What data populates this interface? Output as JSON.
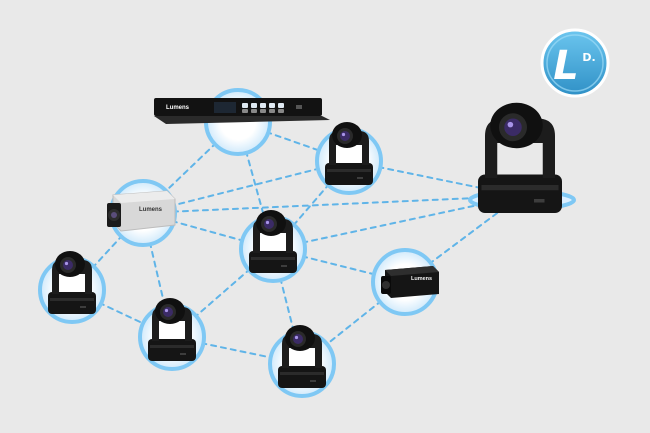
{
  "logo": {
    "letter": "L",
    "dot": "D.",
    "color": "#3a9fd0"
  },
  "devices": [
    {
      "id": "switcher",
      "type": "switcher",
      "brand_text": "Lumens"
    },
    {
      "id": "cam-box-white",
      "type": "box-camera-white",
      "brand_text": "Lumens"
    },
    {
      "id": "cam-ptz-top",
      "type": "ptz-camera"
    },
    {
      "id": "cam-ptz-center",
      "type": "ptz-camera"
    },
    {
      "id": "cam-ptz-left",
      "type": "ptz-camera"
    },
    {
      "id": "cam-ptz-bottom-left",
      "type": "ptz-camera"
    },
    {
      "id": "cam-ptz-bottom",
      "type": "ptz-camera"
    },
    {
      "id": "cam-box-black",
      "type": "box-camera-black",
      "brand_text": "Lumens"
    },
    {
      "id": "cam-ptz-large",
      "type": "ptz-camera-large"
    }
  ],
  "links": [
    [
      "switcher",
      "cam-ptz-top"
    ],
    [
      "switcher",
      "cam-box-white"
    ],
    [
      "switcher",
      "cam-ptz-center"
    ],
    [
      "cam-ptz-top",
      "cam-ptz-large"
    ],
    [
      "cam-ptz-top",
      "cam-ptz-center"
    ],
    [
      "cam-ptz-top",
      "cam-box-white"
    ],
    [
      "cam-box-white",
      "cam-ptz-large"
    ],
    [
      "cam-box-white",
      "cam-ptz-left"
    ],
    [
      "cam-box-white",
      "cam-ptz-center"
    ],
    [
      "cam-box-white",
      "cam-ptz-bottom-left"
    ],
    [
      "cam-ptz-center",
      "cam-ptz-large"
    ],
    [
      "cam-ptz-center",
      "cam-ptz-bottom-left"
    ],
    [
      "cam-ptz-center",
      "cam-ptz-bottom"
    ],
    [
      "cam-ptz-center",
      "cam-box-black"
    ],
    [
      "cam-box-black",
      "cam-ptz-large"
    ],
    [
      "cam-box-black",
      "cam-ptz-bottom"
    ],
    [
      "cam-ptz-left",
      "cam-ptz-bottom-left"
    ],
    [
      "cam-ptz-bottom-left",
      "cam-ptz-bottom"
    ]
  ],
  "colors": {
    "background": "#e9e9e9",
    "link": "#5fb4e8",
    "ring_fill": "#dcefff",
    "ring_stroke": "#7fc8f4",
    "device_dark": "#111111",
    "device_light": "#e4e4e4"
  }
}
